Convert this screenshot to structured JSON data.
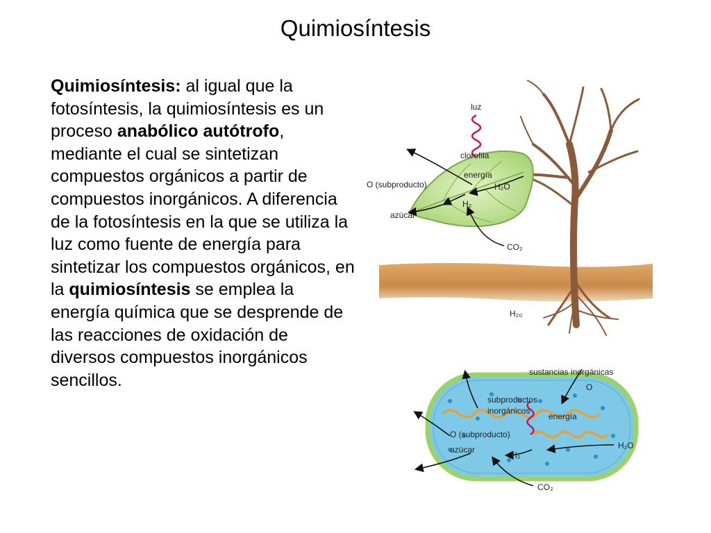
{
  "title": "Quimiosíntesis",
  "body": {
    "term": "Quimiosíntesis:",
    "t1": " al igual que la fotosíntesis, la quimiosíntesis es un proceso ",
    "b1": "anabólico autótrofo",
    "t2": ", mediante el cual se sintetizan compuestos orgánicos a partir de compuestos inorgánicos. A diferencia de la fotosíntesis en la que se utiliza la luz como fuente de energía para sintetizar los compuestos orgánicos, en la ",
    "b2": "quimiosíntesis",
    "t3": " se emplea la energía química que se desprende de las reacciones de oxidación de diversos compuestos inorgánicos sencillos."
  },
  "plant_diagram": {
    "luz": "luz",
    "clorofila": "clorofila",
    "energia": "energía",
    "o_subproducto": "O (subproducto)",
    "h2o_leaf": "H₂O",
    "h2": "H₂",
    "azucar": "azúcar",
    "co2": "CO₂",
    "h2o_soil": "H₂₀"
  },
  "bacteria_diagram": {
    "sustancias": "sustancias inorgánicas",
    "o": "O",
    "subproductos_1": "subproductos",
    "subproductos_2": "inorgánicos",
    "energia": "energía",
    "o_subproducto": "O (subproducto)",
    "azucar": "azúcar",
    "h2": "H₂",
    "h2o": "H₂O",
    "co2": "CO₂"
  },
  "colors": {
    "leaf": "#c7e59a",
    "leaf_edge": "#7aa84a",
    "soil": "#c98a4a",
    "trunk": "#8a5a3a",
    "wave": "#c2185b",
    "bacteria_body": "#7ec9e8",
    "bacteria_rim": "#9bd36a",
    "bacteria_strand": "#e5a23a"
  }
}
